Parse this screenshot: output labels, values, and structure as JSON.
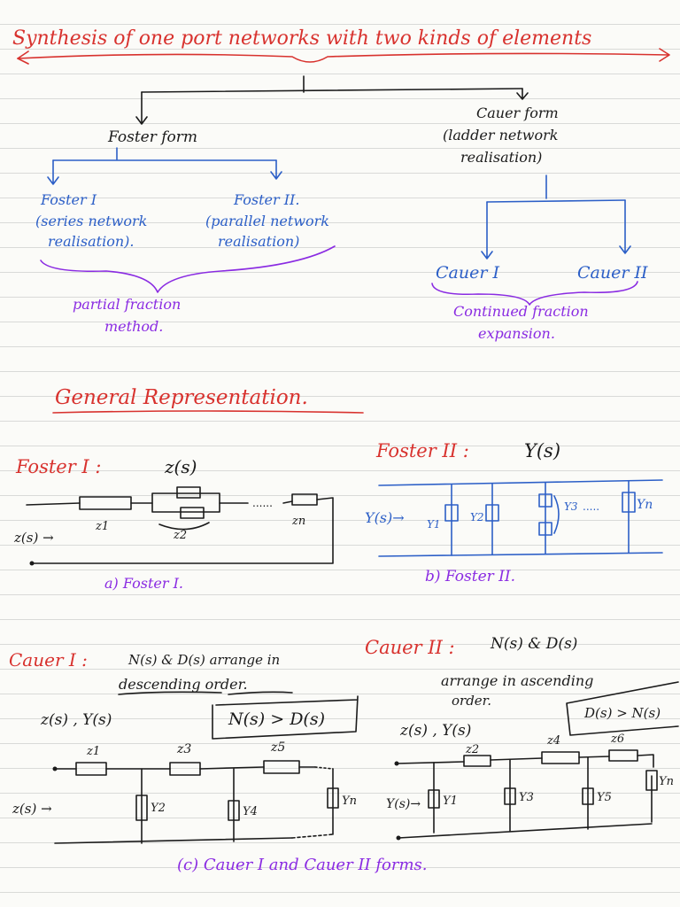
{
  "title": "Synthesis of one port networks with two kinds of elements",
  "tree": {
    "foster": {
      "label": "Foster form",
      "foster1": "Foster I",
      "foster1_desc_1": "(series network",
      "foster1_desc_2": "realisation).",
      "foster2": "Foster II.",
      "foster2_desc_1": "(parallel network",
      "foster2_desc_2": "realisation)",
      "method_1": "partial fraction",
      "method_2": "method."
    },
    "cauer": {
      "label_1": "Cauer form",
      "label_2": "(ladder network",
      "label_3": "realisation)",
      "cauer1": "Cauer I",
      "cauer2": "Cauer II",
      "method_1": "Continued fraction",
      "method_2": "expansion."
    }
  },
  "general": {
    "heading": "General Representation.",
    "foster1_title": "Foster I :",
    "foster1_func": "z(s)",
    "foster1_labels": {
      "z1": "z1",
      "z2": "z2",
      "zn": "zn",
      "input": "z(s) →",
      "dots": "......"
    },
    "foster1_caption": "a) Foster I.",
    "foster2_title": "Foster II :",
    "foster2_func": "Y(s)",
    "foster2_labels": {
      "input": "Y(s)→",
      "y1": "Y1",
      "y2": "Y2",
      "y3": "Y3",
      "yn": "Yn",
      "dots": "....."
    },
    "foster2_caption": "b) Foster II."
  },
  "cauer": {
    "cauer1_title": "Cauer I :",
    "cauer1_desc_1": "N(s) & D(s) arrange in",
    "cauer1_desc_2": "descending order.",
    "cauer1_funcs": "z(s) , Y(s)",
    "cauer1_cond": "N(s) > D(s)",
    "cauer1_labels": {
      "z1": "z1",
      "z3": "z3",
      "z5": "z5",
      "y2": "Y2",
      "y4": "Y4",
      "yn": "Yn",
      "input": "z(s) →"
    },
    "cauer2_title": "Cauer II :",
    "cauer2_desc_1": "N(s) & D(s)",
    "cauer2_desc_2": "arrange in ascending",
    "cauer2_desc_3": "order.",
    "cauer2_funcs": "z(s) , Y(s)",
    "cauer2_cond": "D(s) > N(s)",
    "cauer2_labels": {
      "z2": "z2",
      "z4": "z4",
      "z6": "z6",
      "y1": "Y1",
      "y3": "Y3",
      "y5": "Y5",
      "yn": "Yn",
      "input": "Y(s)→"
    },
    "caption": "(c) Cauer I and Cauer II forms."
  }
}
